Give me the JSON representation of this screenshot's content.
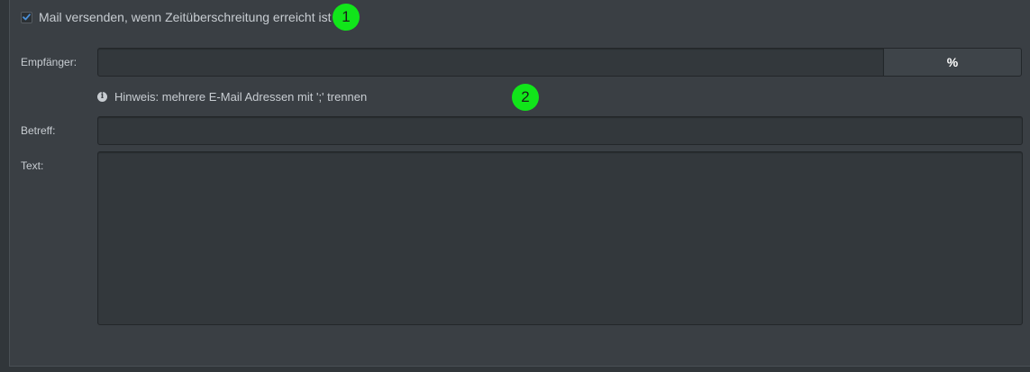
{
  "mail_section": {
    "send_mail_checkbox": {
      "label": "Mail versenden, wenn Zeitüberschreitung erreicht ist",
      "checked": true
    },
    "recipient": {
      "label": "Empfänger:",
      "value": "",
      "placeholder_button_label": "%"
    },
    "hint": {
      "icon": "info-icon",
      "icon_glyph": "i",
      "text": "Hinweis: mehrere E-Mail Adressen mit ';' trennen"
    },
    "subject": {
      "label": "Betreff:",
      "value": ""
    },
    "body": {
      "label": "Text:",
      "value": ""
    }
  },
  "annotations": {
    "marker_1": "1",
    "marker_2": "2"
  },
  "colors": {
    "background": "#3a3f44",
    "input_background": "#33383c",
    "text": "#c8cdd2",
    "checkbox_accent": "#4a90d9",
    "marker": "#11e51a"
  }
}
